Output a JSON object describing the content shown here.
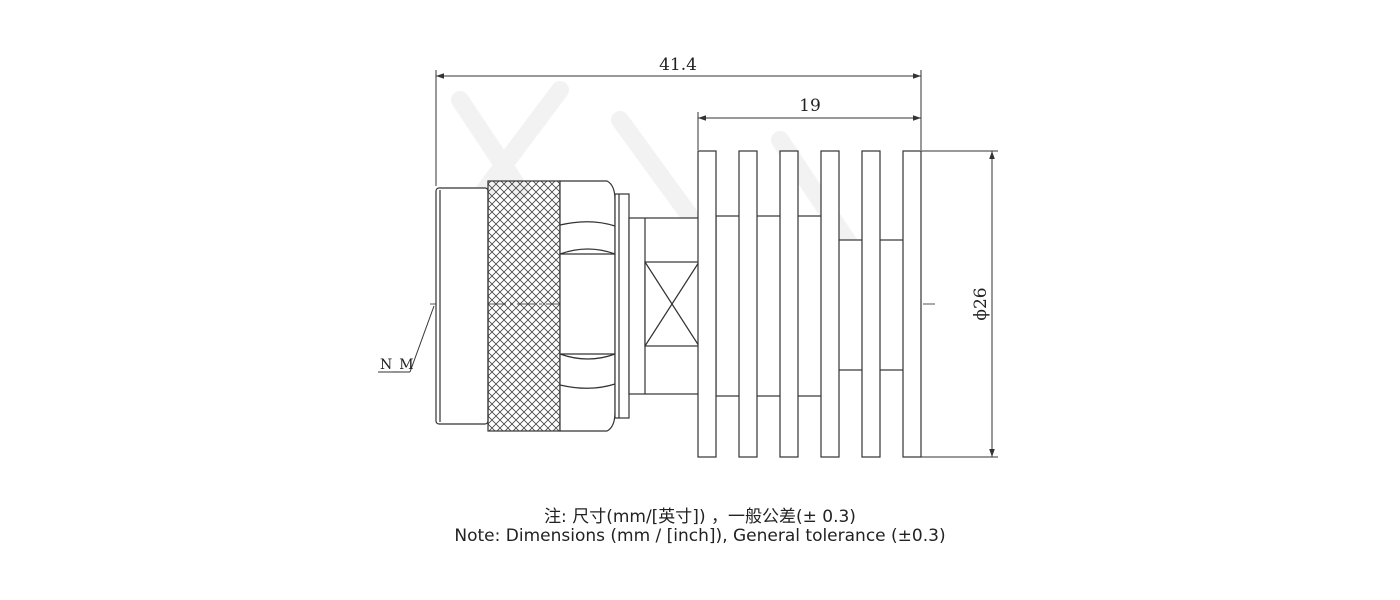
{
  "dimensions": {
    "overall_length": "41.4",
    "heatsink_length": "19",
    "heatsink_diameter": "ϕ26"
  },
  "callouts": {
    "connector_type": "N_M"
  },
  "notes": {
    "line_cn": "注: 尺寸(mm/[英寸])  ，一般公差(± 0.3)",
    "line_en": "Note: Dimensions (mm / [inch]), General tolerance (±0.3)"
  },
  "colors": {
    "line": "#333333",
    "background": "#ffffff"
  }
}
